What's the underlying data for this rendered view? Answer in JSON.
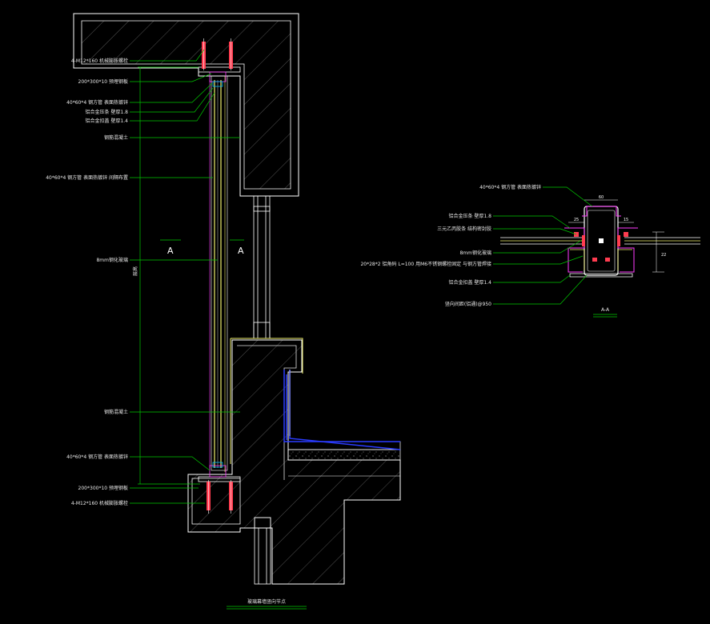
{
  "main_section": {
    "labels_top": [
      "4-M12*160 机械膨胀螺栓",
      "200*300*10 预埋钢板",
      "40*60*4 钢方管 表面热镀锌",
      "铝合金压条 壁厚1.8",
      "铝合金扣盖 壁厚1.4",
      "钢筋混凝土"
    ],
    "label_mullion": "40*60*4 钢方管 表面热镀锌 间隔布置",
    "label_glass": "8mm钢化玻璃",
    "labels_bottom": [
      "钢筋混凝土",
      "40*60*4 钢方管 表面热镀锌",
      "200*300*10 预埋钢板",
      "4-M12*160 机械膨胀螺栓"
    ],
    "section_mark_left": "A",
    "section_mark_right": "A",
    "height_dim": "层高",
    "title": "玻璃幕墙竖向节点"
  },
  "detail_section": {
    "labels": [
      "40*60*4 钢方管 表面热镀锌",
      "铝合金压条 壁厚1.8",
      "三元乙丙胶条 结构密封胶",
      "8mm钢化玻璃",
      "20*28*2 铝角码 L=100 用M6不锈钢螺栓固定 与钢方管焊接",
      "铝合金扣盖 壁厚1.4",
      "竖向间距(铝通)@950"
    ],
    "dims": [
      "60",
      "25",
      "15",
      "22"
    ],
    "title": "A-A"
  },
  "colors": {
    "concrete_outline": "#ffffff",
    "leader": "#00c800",
    "steel": "#ff3c50",
    "glass": "#f0f06e",
    "bracket": "#ff3cff",
    "waterproof": "#2b3cff",
    "hatch": "#9a9a9a"
  }
}
